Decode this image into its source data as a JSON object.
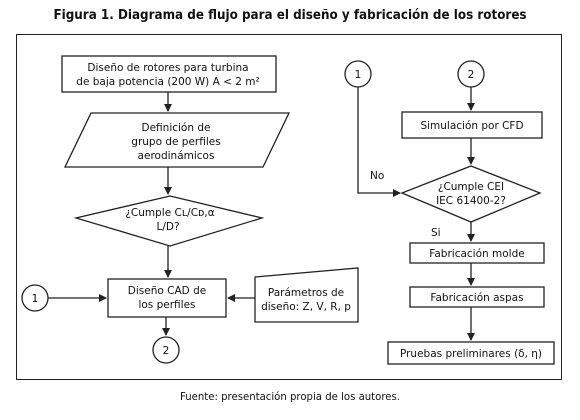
{
  "figure": {
    "title": "Figura 1. Diagrama de flujo para el diseño y fabricación de los rotores",
    "source": "Fuente: presentación propia de los autores."
  },
  "left_flow": {
    "start_box": [
      "Diseño de rotores para turbina",
      "de baja potencia (200 W) A < 2 m²"
    ],
    "profiles_box": [
      "Definición de",
      "grupo de perfiles",
      "aerodinámicos"
    ],
    "decision": [
      "¿Cumple Cʟ/Cᴅ,α",
      "L/D?"
    ],
    "cad_box": [
      "Diseño CAD de",
      "los perfiles"
    ],
    "params_box": [
      "Parámetros de",
      "diseño: Z, V, R, p"
    ],
    "connector_in": "1",
    "connector_out": "2"
  },
  "right_flow": {
    "connector_1": "1",
    "connector_2": "2",
    "cfd_box": "Simulación por CFD",
    "decision": [
      "¿Cumple CEI",
      "IEC 61400-2?"
    ],
    "no_label": "No",
    "yes_label": "Si",
    "mold_box": "Fabricación molde",
    "blades_box": "Fabricación aspas",
    "tests_box": "Pruebas preliminares (δ, η)"
  }
}
